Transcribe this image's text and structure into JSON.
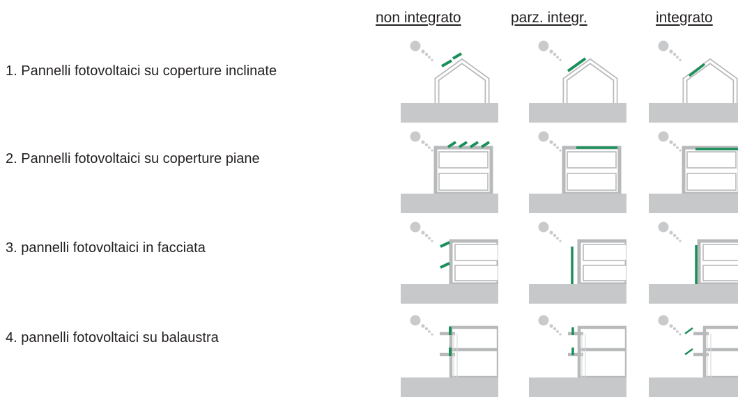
{
  "columns": [
    {
      "label": "non integrato"
    },
    {
      "label": "parz. integr."
    },
    {
      "label": "integrato"
    }
  ],
  "rows": [
    {
      "label": "1. Pannelli fotovoltaici su coperture inclinate",
      "building": "gable"
    },
    {
      "label": "2. Pannelli fotovoltaici su coperture piane",
      "building": "flat"
    },
    {
      "label": "3. pannelli fotovoltaici in facciata",
      "building": "facade"
    },
    {
      "label": "4. pannelli fotovoltaici su balaustra",
      "building": "balcony"
    }
  ],
  "colors": {
    "panel": "#1a8f5a",
    "ground": "#c7c8c9",
    "wall_outline": "#b8b9bb",
    "sun": "#c9cacb",
    "text": "#231f20"
  }
}
